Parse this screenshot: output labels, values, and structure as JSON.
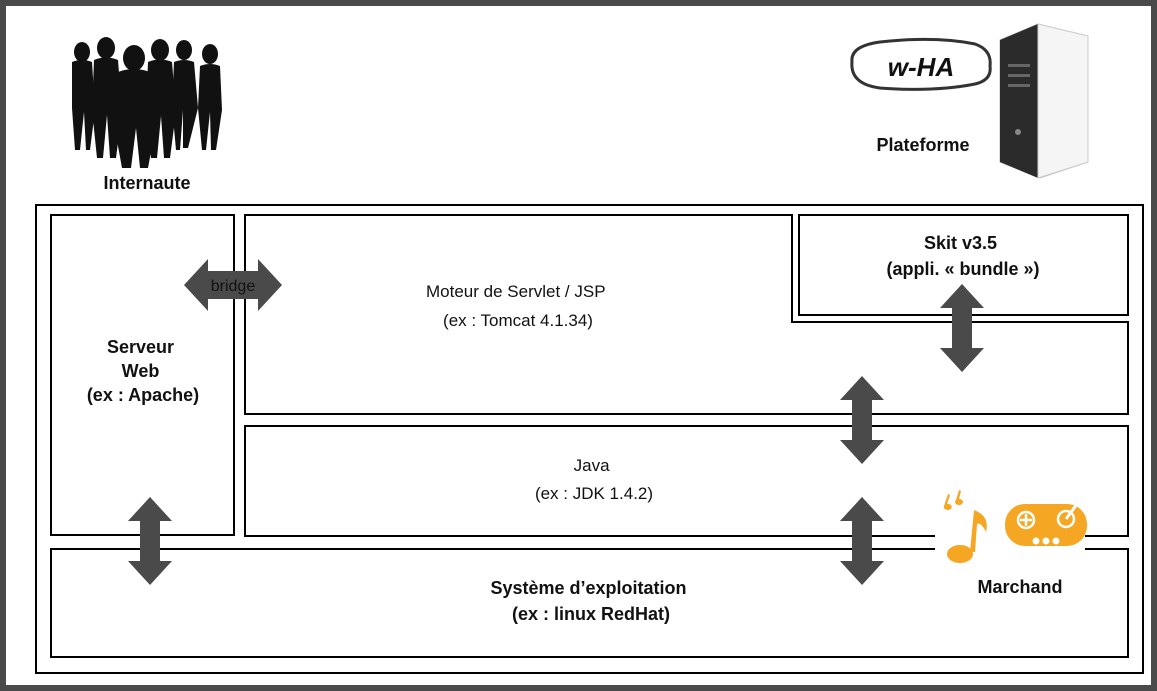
{
  "labels": {
    "internaute": "Internaute",
    "plateforme": "Plateforme",
    "logo": "w-HA",
    "bridge": "bridge",
    "marchand": "Marchand"
  },
  "boxes": {
    "serveur_web": [
      "Serveur",
      "Web",
      "(ex : Apache)"
    ],
    "moteur": [
      "Moteur de Servlet / JSP",
      "(ex : Tomcat 4.1.34)"
    ],
    "skit": [
      "Skit v3.5",
      "(appli. « bundle »)"
    ],
    "java": [
      "Java",
      "(ex : JDK 1.4.2)"
    ],
    "systeme": [
      "Système d’exploitation",
      "(ex : linux RedHat)"
    ]
  },
  "colors": {
    "frame": "#4a4a4a",
    "box_line": "#000000",
    "arrow": "#4a4a4a",
    "icon_orange": "#f5a623"
  }
}
